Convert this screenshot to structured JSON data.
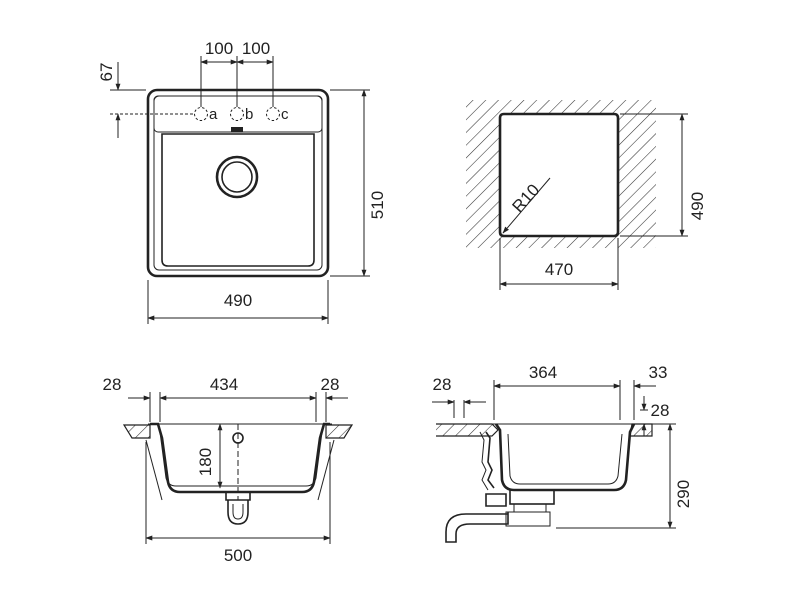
{
  "top_view": {
    "width": "490",
    "height": "510",
    "hole_offset": "67",
    "spacing_left": "100",
    "spacing_right": "100",
    "holes": [
      "a",
      "b",
      "c"
    ]
  },
  "cutout_view": {
    "width": "470",
    "height": "490",
    "radius": "R10"
  },
  "front_view": {
    "rim_left": "28",
    "bowl_width": "434",
    "rim_right": "28",
    "overall_width": "500",
    "depth": "180"
  },
  "side_view": {
    "rim_left": "28",
    "bowl_width": "364",
    "rim_right": "33",
    "rim_height": "28",
    "overall_height": "290"
  }
}
